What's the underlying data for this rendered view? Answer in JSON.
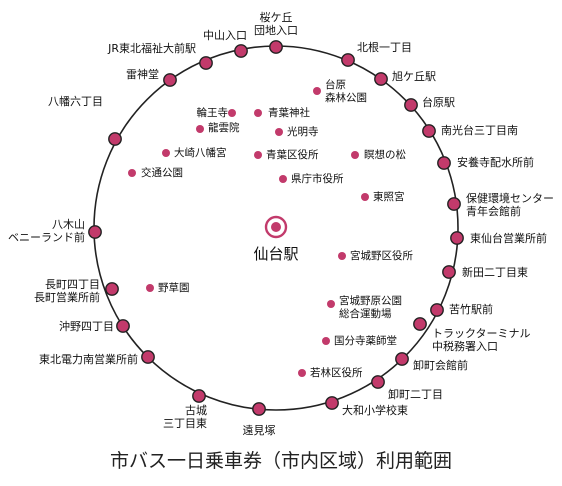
{
  "caption": "市バス一日乗車券（市内区域）利用範囲",
  "colors": {
    "stop_fill": "#c23a6b",
    "ring": "#222222",
    "center_outer": "#c23a6b",
    "center_inner": "#c23a6b"
  },
  "center": {
    "label": "仙台駅"
  },
  "stops": [
    {
      "lines": [
        "桜ケ丘",
        "団地入口"
      ]
    },
    {
      "lines": [
        "北根一丁目"
      ]
    },
    {
      "lines": [
        "旭ケ丘駅"
      ]
    },
    {
      "lines": [
        "台原駅"
      ]
    },
    {
      "lines": [
        "南光台三丁目南"
      ]
    },
    {
      "lines": [
        "安養寺配水所前"
      ]
    },
    {
      "lines": [
        "保健環境センター",
        "青年会館前"
      ]
    },
    {
      "lines": [
        "東仙台営業所前"
      ]
    },
    {
      "lines": [
        "新田二丁目東"
      ]
    },
    {
      "lines": [
        "苦竹駅前"
      ]
    },
    {
      "lines": [
        "トラックターミナル",
        "中税務署入口"
      ]
    },
    {
      "lines": [
        "卸町会館前"
      ]
    },
    {
      "lines": [
        "卸町二丁目"
      ]
    },
    {
      "lines": [
        "大和小学校東"
      ]
    },
    {
      "lines": [
        "遠見塚"
      ]
    },
    {
      "lines": [
        "古城",
        "三丁目東"
      ]
    },
    {
      "lines": [
        "東北電力南営業所前"
      ]
    },
    {
      "lines": [
        "沖野四丁目"
      ]
    },
    {
      "lines": [
        "長町四丁目",
        "長町営業所前"
      ]
    },
    {
      "lines": [
        "八木山",
        "ベニーランド前"
      ]
    },
    {
      "lines": [
        "八幡六丁目"
      ]
    },
    {
      "lines": [
        "雷神堂"
      ]
    },
    {
      "lines": [
        "JR東北福祉大前駅"
      ]
    },
    {
      "lines": [
        "中山入口"
      ]
    }
  ],
  "pois": [
    {
      "lines": [
        "台原",
        "森林公園"
      ]
    },
    {
      "lines": [
        "輪王寺"
      ]
    },
    {
      "lines": [
        "青葉神社"
      ]
    },
    {
      "lines": [
        "龍雲院"
      ]
    },
    {
      "lines": [
        "光明寺"
      ]
    },
    {
      "lines": [
        "大崎八幡宮"
      ]
    },
    {
      "lines": [
        "青葉区役所"
      ]
    },
    {
      "lines": [
        "瞑想の松"
      ]
    },
    {
      "lines": [
        "交通公園"
      ]
    },
    {
      "lines": [
        "県庁市役所"
      ]
    },
    {
      "lines": [
        "東照宮"
      ]
    },
    {
      "lines": [
        "宮城野区役所"
      ]
    },
    {
      "lines": [
        "野草園"
      ]
    },
    {
      "lines": [
        "宮城野原公園",
        "総合運動場"
      ]
    },
    {
      "lines": [
        "国分寺薬師堂"
      ]
    },
    {
      "lines": [
        "若林区役所"
      ]
    }
  ]
}
